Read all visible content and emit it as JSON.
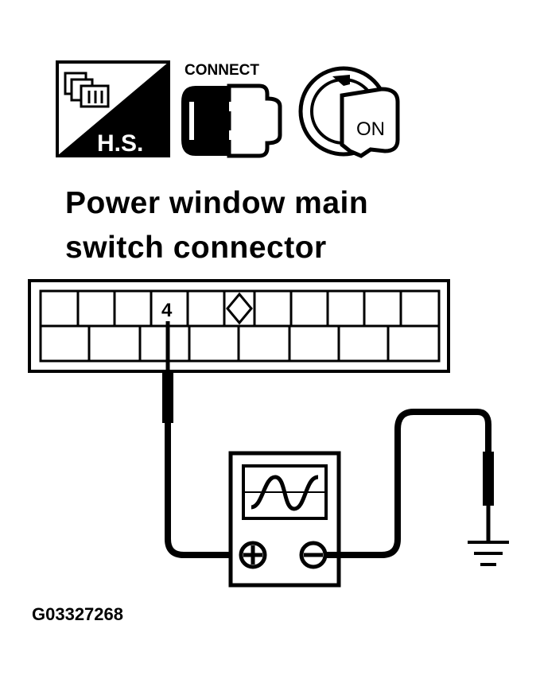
{
  "icons": {
    "harness_label": "H.S.",
    "connect_label": "CONNECT",
    "ignition_label": "ON"
  },
  "title": {
    "line1": "Power window main",
    "line2": "switch connector"
  },
  "connector": {
    "pin_label": "4"
  },
  "figure_code": "G03327268",
  "colors": {
    "ink": "#000000",
    "paper": "#ffffff"
  }
}
